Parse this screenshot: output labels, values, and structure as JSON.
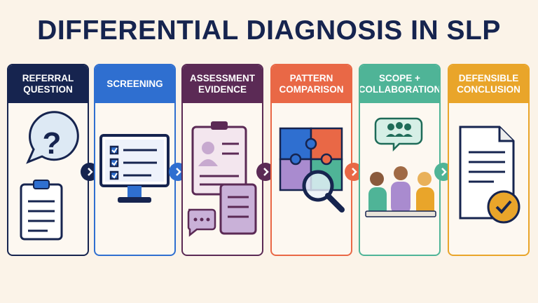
{
  "title": "DIFFERENTIAL DIAGNOSIS IN SLP",
  "steps": [
    {
      "label": "REFERRAL QUESTION",
      "color": "#16244f"
    },
    {
      "label": "SCREENING",
      "color": "#2f6fd0"
    },
    {
      "label": "ASSESSMENT EVIDENCE",
      "color": "#5b2a55"
    },
    {
      "label": "PATTERN COMPARISON",
      "color": "#e96846"
    },
    {
      "label": "SCOPE + COLLABORATION",
      "color": "#4fb497"
    },
    {
      "label": "DEFENSIBLE CONCLUSION",
      "color": "#e9a52a"
    }
  ],
  "connector_icon": "chevron-right-icon",
  "icons": [
    "question-speech-bubble-icon",
    "clipboard-icon",
    "computer-checklist-icon",
    "clipboard-profile-icon",
    "notebook-icon",
    "chat-bubble-icon",
    "puzzle-icon",
    "magnifying-glass-icon",
    "team-icon",
    "document-icon",
    "checkmark-seal-icon"
  ]
}
